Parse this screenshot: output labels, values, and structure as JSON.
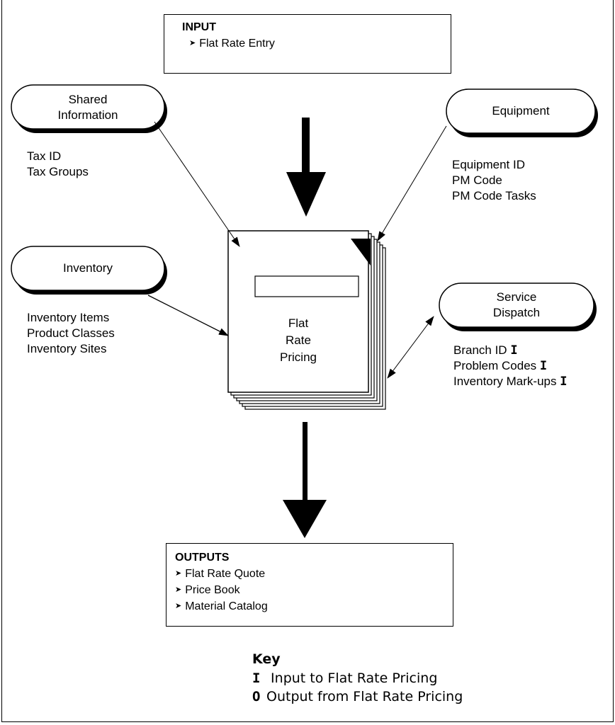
{
  "input_box": {
    "title": "INPUT",
    "items": [
      "Flat Rate Entry"
    ]
  },
  "center_book": {
    "label_lines": [
      "Flat",
      "Rate",
      "Pricing"
    ]
  },
  "modules": {
    "shared": {
      "label_lines": [
        "Shared",
        "Information"
      ],
      "items": [
        "Tax ID",
        "Tax Groups"
      ]
    },
    "equipment": {
      "label_lines": [
        "Equipment"
      ],
      "items": [
        "Equipment ID",
        "PM Code",
        "PM Code Tasks"
      ]
    },
    "inventory": {
      "label_lines": [
        "Inventory"
      ],
      "items": [
        "Inventory Items",
        "Product Classes",
        "Inventory Sites"
      ]
    },
    "service": {
      "label_lines": [
        "Service",
        "Dispatch"
      ],
      "items": [
        {
          "text": "Branch ID",
          "mark": "I"
        },
        {
          "text": "Problem Codes",
          "mark": "I"
        },
        {
          "text": "Inventory Mark-ups",
          "mark": "I"
        }
      ]
    }
  },
  "output_box": {
    "title": "OUTPUTS",
    "items": [
      "Flat Rate Quote",
      "Price Book",
      "Material Catalog"
    ]
  },
  "key": {
    "title": "Key",
    "rows": [
      {
        "mark": "I",
        "text": "Input to Flat Rate Pricing"
      },
      {
        "mark": "O",
        "text": "Output from Flat Rate Pricing"
      }
    ]
  }
}
